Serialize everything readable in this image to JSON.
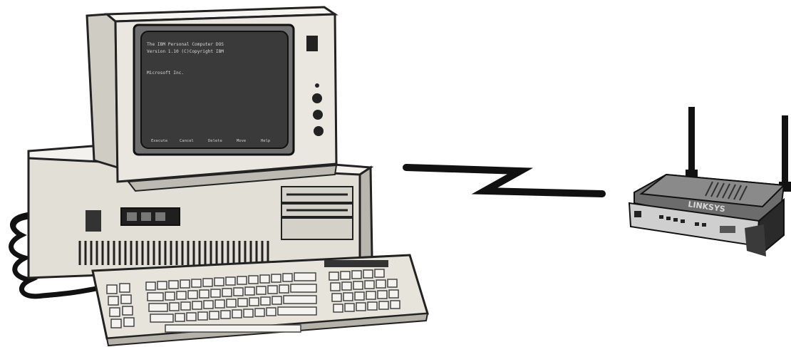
{
  "diagram": {
    "nodes": [
      {
        "id": "computer",
        "icon": "desktop-computer-icon"
      },
      {
        "id": "router",
        "icon": "wireless-router-icon"
      }
    ],
    "links": [
      {
        "from": "computer",
        "to": "router",
        "style": "wireless-zigzag"
      }
    ]
  },
  "screen": {
    "lines": [
      "The IBM Personal Computer DOS",
      "Version 1.10 (C)Copyright IBM",
      "",
      "Microsoft Inc."
    ],
    "function_keys": [
      "Execute",
      "Cancel",
      "Delete",
      "Move",
      "Help"
    ]
  },
  "router": {
    "brand": "LINKSYS"
  },
  "colors": {
    "ink": "#1a1a1a",
    "beige": "#e4e1d8",
    "screen": "#3a3a3a"
  }
}
